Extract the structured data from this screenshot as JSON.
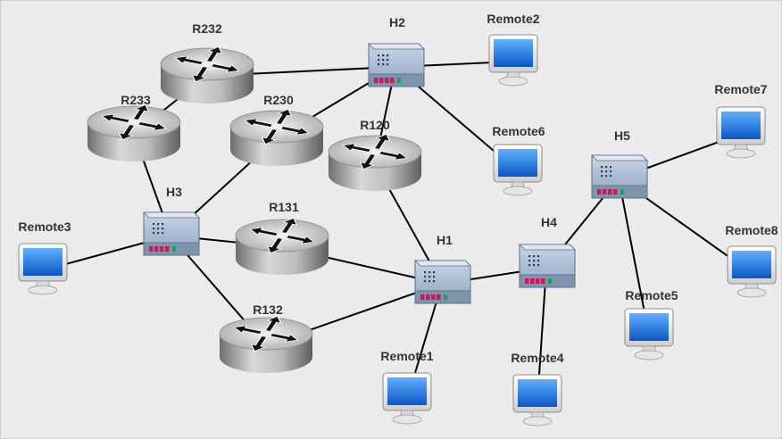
{
  "colors": {
    "background": "#ebebeb",
    "link": "#000000",
    "router_body": "#9a9a9a",
    "hub_body": "#9fb3cc",
    "screen": "#1e73d9",
    "port_red": "#d4145a",
    "port_green": "#1fa34a"
  },
  "nodes": [
    {
      "id": "R232",
      "label": "R232",
      "kind": "router",
      "icon": "router-icon"
    },
    {
      "id": "R233",
      "label": "R233",
      "kind": "router",
      "icon": "router-icon"
    },
    {
      "id": "R230",
      "label": "R230",
      "kind": "router",
      "icon": "router-icon"
    },
    {
      "id": "R120",
      "label": "R120",
      "kind": "router",
      "icon": "router-icon"
    },
    {
      "id": "R131",
      "label": "R131",
      "kind": "router",
      "icon": "router-icon"
    },
    {
      "id": "R132",
      "label": "R132",
      "kind": "router",
      "icon": "router-icon"
    },
    {
      "id": "H1",
      "label": "H1",
      "kind": "hub",
      "icon": "hub-icon"
    },
    {
      "id": "H2",
      "label": "H2",
      "kind": "hub",
      "icon": "hub-icon"
    },
    {
      "id": "H3",
      "label": "H3",
      "kind": "hub",
      "icon": "hub-icon"
    },
    {
      "id": "H4",
      "label": "H4",
      "kind": "hub",
      "icon": "hub-icon"
    },
    {
      "id": "H5",
      "label": "H5",
      "kind": "hub",
      "icon": "hub-icon"
    },
    {
      "id": "Remote1",
      "label": "Remote1",
      "kind": "host",
      "icon": "computer-icon"
    },
    {
      "id": "Remote2",
      "label": "Remote2",
      "kind": "host",
      "icon": "computer-icon"
    },
    {
      "id": "Remote3",
      "label": "Remote3",
      "kind": "host",
      "icon": "computer-icon"
    },
    {
      "id": "Remote4",
      "label": "Remote4",
      "kind": "host",
      "icon": "computer-icon"
    },
    {
      "id": "Remote5",
      "label": "Remote5",
      "kind": "host",
      "icon": "computer-icon"
    },
    {
      "id": "Remote6",
      "label": "Remote6",
      "kind": "host",
      "icon": "computer-icon"
    },
    {
      "id": "Remote7",
      "label": "Remote7",
      "kind": "host",
      "icon": "computer-icon"
    },
    {
      "id": "Remote8",
      "label": "Remote8",
      "kind": "host",
      "icon": "computer-icon"
    }
  ],
  "links": [
    [
      "R232",
      "H2"
    ],
    [
      "R232",
      "R233"
    ],
    [
      "R233",
      "H3"
    ],
    [
      "R230",
      "H2"
    ],
    [
      "R230",
      "H3"
    ],
    [
      "H2",
      "Remote2"
    ],
    [
      "H2",
      "R120"
    ],
    [
      "H2",
      "Remote6"
    ],
    [
      "R120",
      "H1"
    ],
    [
      "H3",
      "Remote3"
    ],
    [
      "H3",
      "R131"
    ],
    [
      "H3",
      "R132"
    ],
    [
      "R131",
      "H1"
    ],
    [
      "R132",
      "H1"
    ],
    [
      "H1",
      "H4"
    ],
    [
      "H1",
      "Remote1"
    ],
    [
      "H4",
      "Remote4"
    ],
    [
      "H4",
      "H5"
    ],
    [
      "H5",
      "Remote7"
    ],
    [
      "H5",
      "Remote8"
    ],
    [
      "H5",
      "Remote5"
    ]
  ]
}
